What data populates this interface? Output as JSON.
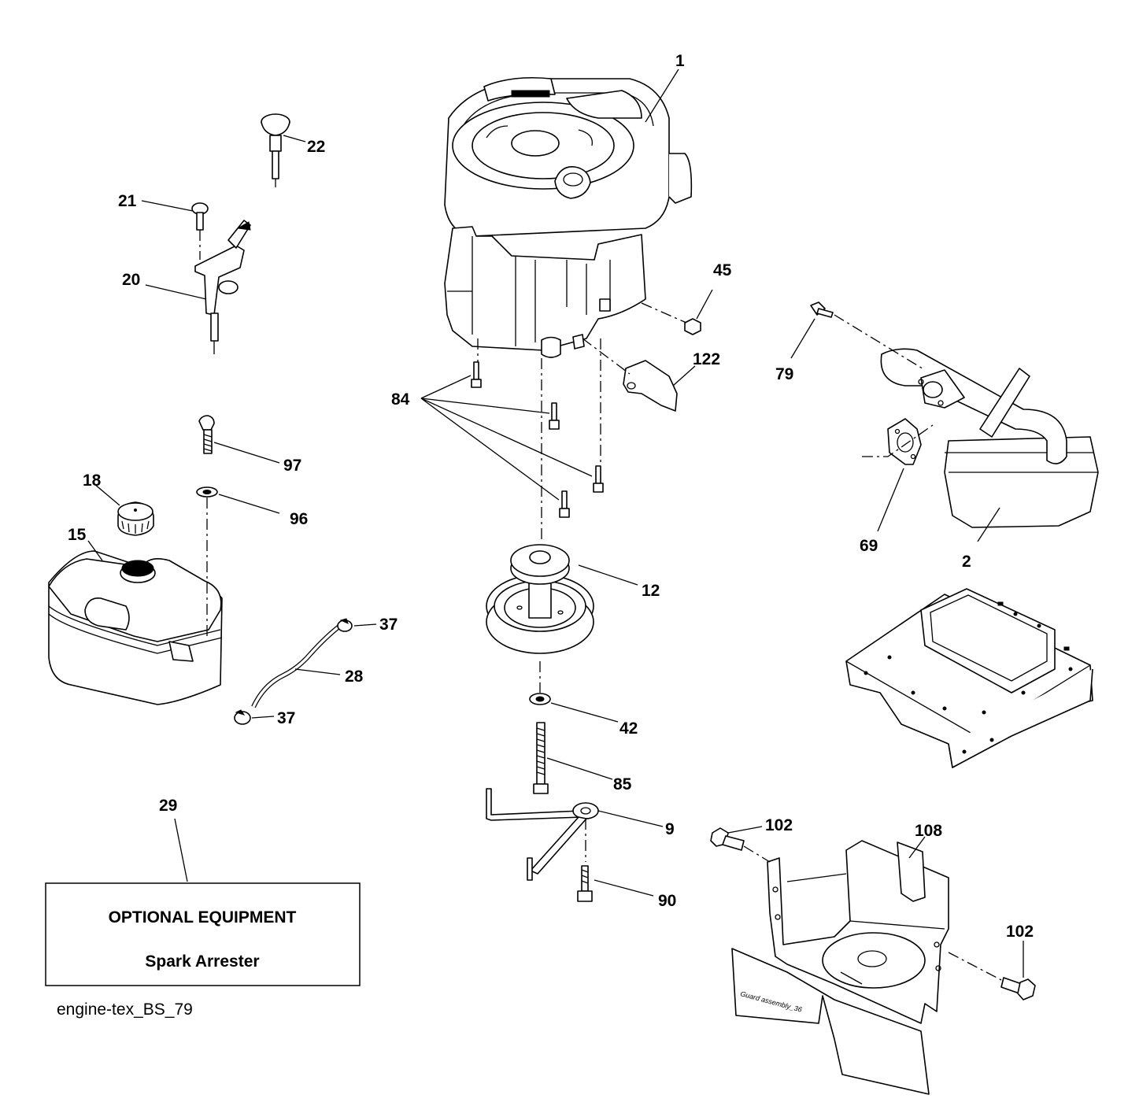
{
  "diagram": {
    "file_label": "engine-tex_BS_79",
    "optional_box": {
      "title": "OPTIONAL EQUIPMENT",
      "item": "Spark Arrester"
    },
    "guard_text": "Guard assembly_36",
    "callouts": {
      "c1": "1",
      "c2": "2",
      "c9": "9",
      "c12": "12",
      "c15": "15",
      "c18": "18",
      "c20": "20",
      "c21": "21",
      "c22": "22",
      "c28": "28",
      "c29": "29",
      "c37a": "37",
      "c37b": "37",
      "c42": "42",
      "c45": "45",
      "c69": "69",
      "c79": "79",
      "c84": "84",
      "c85": "85",
      "c90": "90",
      "c96": "96",
      "c97": "97",
      "c102a": "102",
      "c102b": "102",
      "c108": "108",
      "c122": "122"
    }
  }
}
